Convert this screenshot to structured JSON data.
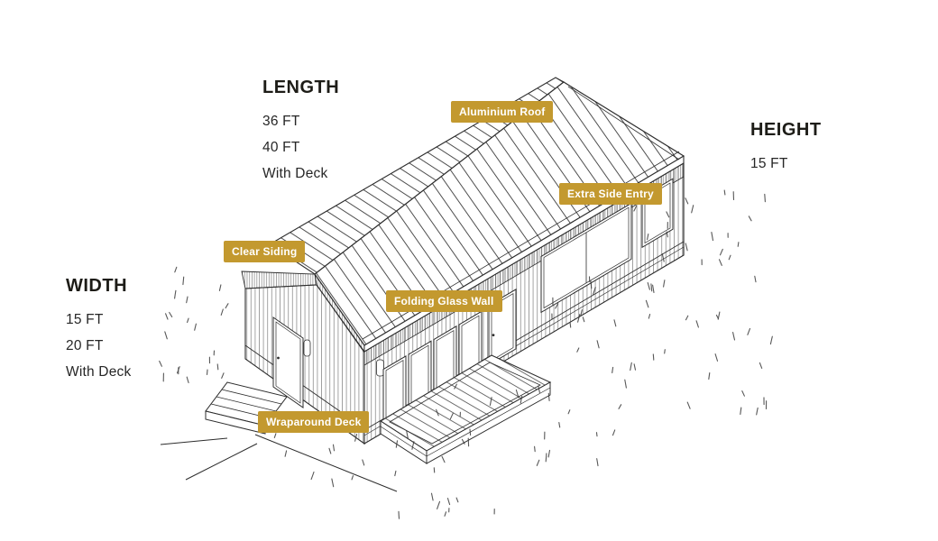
{
  "diagram": {
    "dimensions": {
      "length": {
        "label": "LENGTH",
        "values": [
          "36 FT",
          "40 FT",
          "With Deck"
        ]
      },
      "width": {
        "label": "WIDTH",
        "values": [
          "15 FT",
          "20 FT",
          "With Deck"
        ]
      },
      "height": {
        "label": "HEIGHT",
        "values": [
          "15 FT"
        ]
      }
    },
    "feature_tags": {
      "aluminium_roof": "Aluminium Roof",
      "extra_side_entry": "Extra Side Entry",
      "clear_siding": "Clear Siding",
      "folding_glass_wall": "Folding Glass Wall",
      "wraparound_deck": "Wraparound Deck"
    },
    "illustration": "isometric-line-drawing-of-cabin-with-gabled-roof-glass-wall-deck-steps-and-grass",
    "colors": {
      "background": "#FFFFFF",
      "tag_background": "#C3992F",
      "tag_text": "#FFFFFF",
      "heading_text": "#1D1C17",
      "body_text": "#262626",
      "line_art": "#2D2D2D"
    }
  }
}
